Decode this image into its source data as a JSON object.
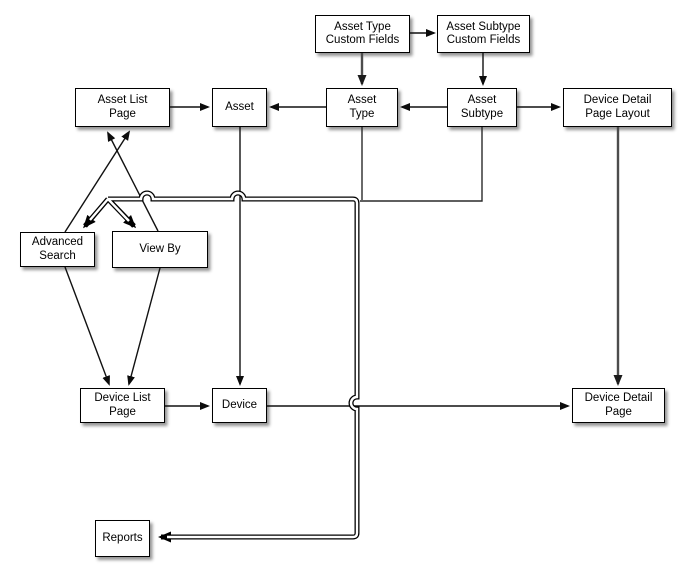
{
  "diagram": {
    "type": "flowchart",
    "background_color": "#ffffff",
    "box_fill": "#ffffff",
    "box_border_color": "#000000",
    "thin_line_color": "#111111",
    "thick_line_color": "#4c4c4c",
    "double_line_style": "black outline with white core",
    "nodes": [
      {
        "id": "asset-type-custom-fields",
        "label": "Asset Type\nCustom Fields"
      },
      {
        "id": "asset-subtype-custom-fields",
        "label": "Asset Subtype\nCustom Fields"
      },
      {
        "id": "asset-list-page",
        "label": "Asset List\nPage"
      },
      {
        "id": "asset",
        "label": "Asset"
      },
      {
        "id": "asset-type",
        "label": "Asset\nType"
      },
      {
        "id": "asset-subtype",
        "label": "Asset\nSubtype"
      },
      {
        "id": "device-detail-page-layout",
        "label": "Device Detail\nPage Layout"
      },
      {
        "id": "advanced-search",
        "label": "Advanced\nSearch"
      },
      {
        "id": "view-by",
        "label": "View By"
      },
      {
        "id": "device-list-page",
        "label": "Device List\nPage"
      },
      {
        "id": "device",
        "label": "Device"
      },
      {
        "id": "device-detail-page",
        "label": "Device Detail\nPage"
      },
      {
        "id": "reports",
        "label": "Reports"
      }
    ],
    "edges": [
      {
        "from": "asset-type-custom-fields",
        "to": "asset-subtype-custom-fields",
        "style": "thin-arrow"
      },
      {
        "from": "asset-type-custom-fields",
        "to": "asset-type",
        "style": "thick-gray-arrow"
      },
      {
        "from": "asset-subtype-custom-fields",
        "to": "asset-subtype",
        "style": "thin-arrow"
      },
      {
        "from": "asset-list-page",
        "to": "asset",
        "style": "thin-arrow"
      },
      {
        "from": "asset-type",
        "to": "asset",
        "style": "thin-arrow"
      },
      {
        "from": "asset-subtype",
        "to": "asset-type",
        "style": "thin-arrow"
      },
      {
        "from": "asset-subtype",
        "to": "device-detail-page-layout",
        "style": "thin-arrow"
      },
      {
        "from": "device-detail-page-layout",
        "to": "device-detail-page",
        "style": "thick-gray-arrow"
      },
      {
        "from": "asset",
        "to": "device",
        "style": "thin-arrow"
      },
      {
        "from": "advanced-search",
        "to": "asset-list-page",
        "style": "thin-arrow"
      },
      {
        "from": "view-by",
        "to": "asset-list-page",
        "style": "thin-arrow"
      },
      {
        "from": "advanced-search",
        "to": "device-list-page",
        "style": "thin-arrow"
      },
      {
        "from": "view-by",
        "to": "device-list-page",
        "style": "thin-arrow"
      },
      {
        "from": "asset-list-page",
        "to": "advanced-search",
        "style": "double-outline-arrow"
      },
      {
        "from": "asset-list-page",
        "to": "view-by",
        "style": "double-outline-arrow"
      },
      {
        "from": "asset-list-page",
        "to": "reports",
        "style": "double-outline-arrow",
        "note": "routes right along y=199, down at x=357 hopping over Device line, left into Reports"
      },
      {
        "from": "asset-type",
        "to": "reports",
        "style": "thin-merge",
        "note": "drops down and merges into the Reports connector"
      },
      {
        "from": "asset-subtype",
        "to": "reports",
        "style": "thin-merge",
        "note": "drops down, runs left, merges into the Reports connector"
      },
      {
        "from": "device-list-page",
        "to": "device",
        "style": "thin-arrow"
      },
      {
        "from": "device",
        "to": "device-detail-page",
        "style": "thin-arrow"
      }
    ]
  }
}
